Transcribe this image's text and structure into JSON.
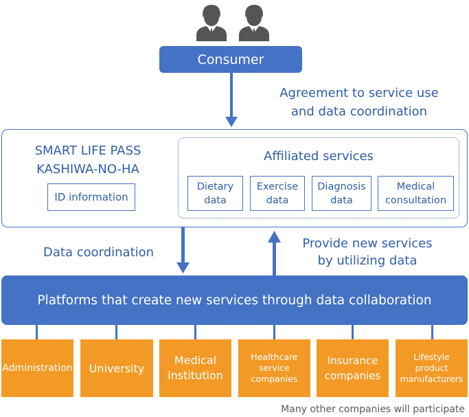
{
  "consumer_label": "Consumer",
  "agreement_text": [
    "Agreement to service use",
    "and data coordination"
  ],
  "smart_life_pass": [
    "SMART LIFE PASS",
    "KASHIWA-NO-HA"
  ],
  "id_information": "ID information",
  "affiliated_title": "Affiliated services",
  "services": [
    {
      "line1": "Dietary",
      "line2": "data"
    },
    {
      "line1": "Exercise",
      "line2": "data"
    },
    {
      "line1": "Diagnosis",
      "line2": "data"
    },
    {
      "line1": "Medical",
      "line2": "consultation"
    }
  ],
  "data_coordination": "Data coordination",
  "provide_text": [
    "Provide new services",
    "by utilizing data"
  ],
  "platform_label": "Platforms that create new services through data collaboration",
  "stakeholders": [
    {
      "lines": [
        "Administration"
      ]
    },
    {
      "lines": [
        "University"
      ]
    },
    {
      "lines": [
        "Medical",
        "institution"
      ]
    },
    {
      "lines": [
        "Healthcare",
        "service",
        "companies"
      ]
    },
    {
      "lines": [
        "Insurance",
        "companies"
      ]
    },
    {
      "lines": [
        "Lifestyle",
        "product",
        "manufacturers"
      ]
    }
  ],
  "footer_note": "Many other companies will participate",
  "colors": {
    "blue": "#4472c4",
    "text_blue": "#2f5ea8",
    "orange": "#f39a26",
    "person": "#555555"
  }
}
